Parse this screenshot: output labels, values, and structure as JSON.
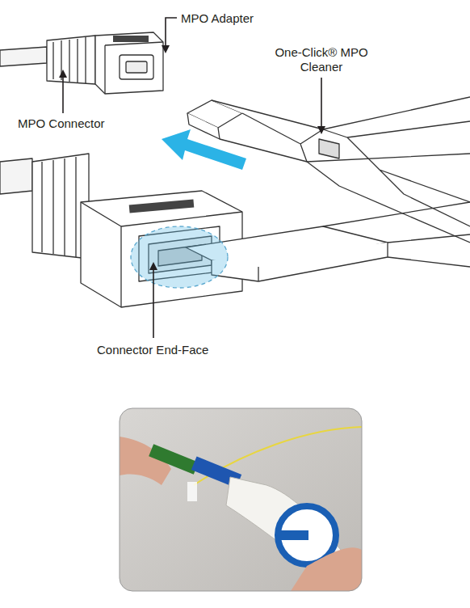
{
  "diagram": {
    "labels": [
      "MPO Adapter",
      "One-Click® MPO Cleaner",
      "MPO Connector",
      "Connector End-Face"
    ]
  }
}
